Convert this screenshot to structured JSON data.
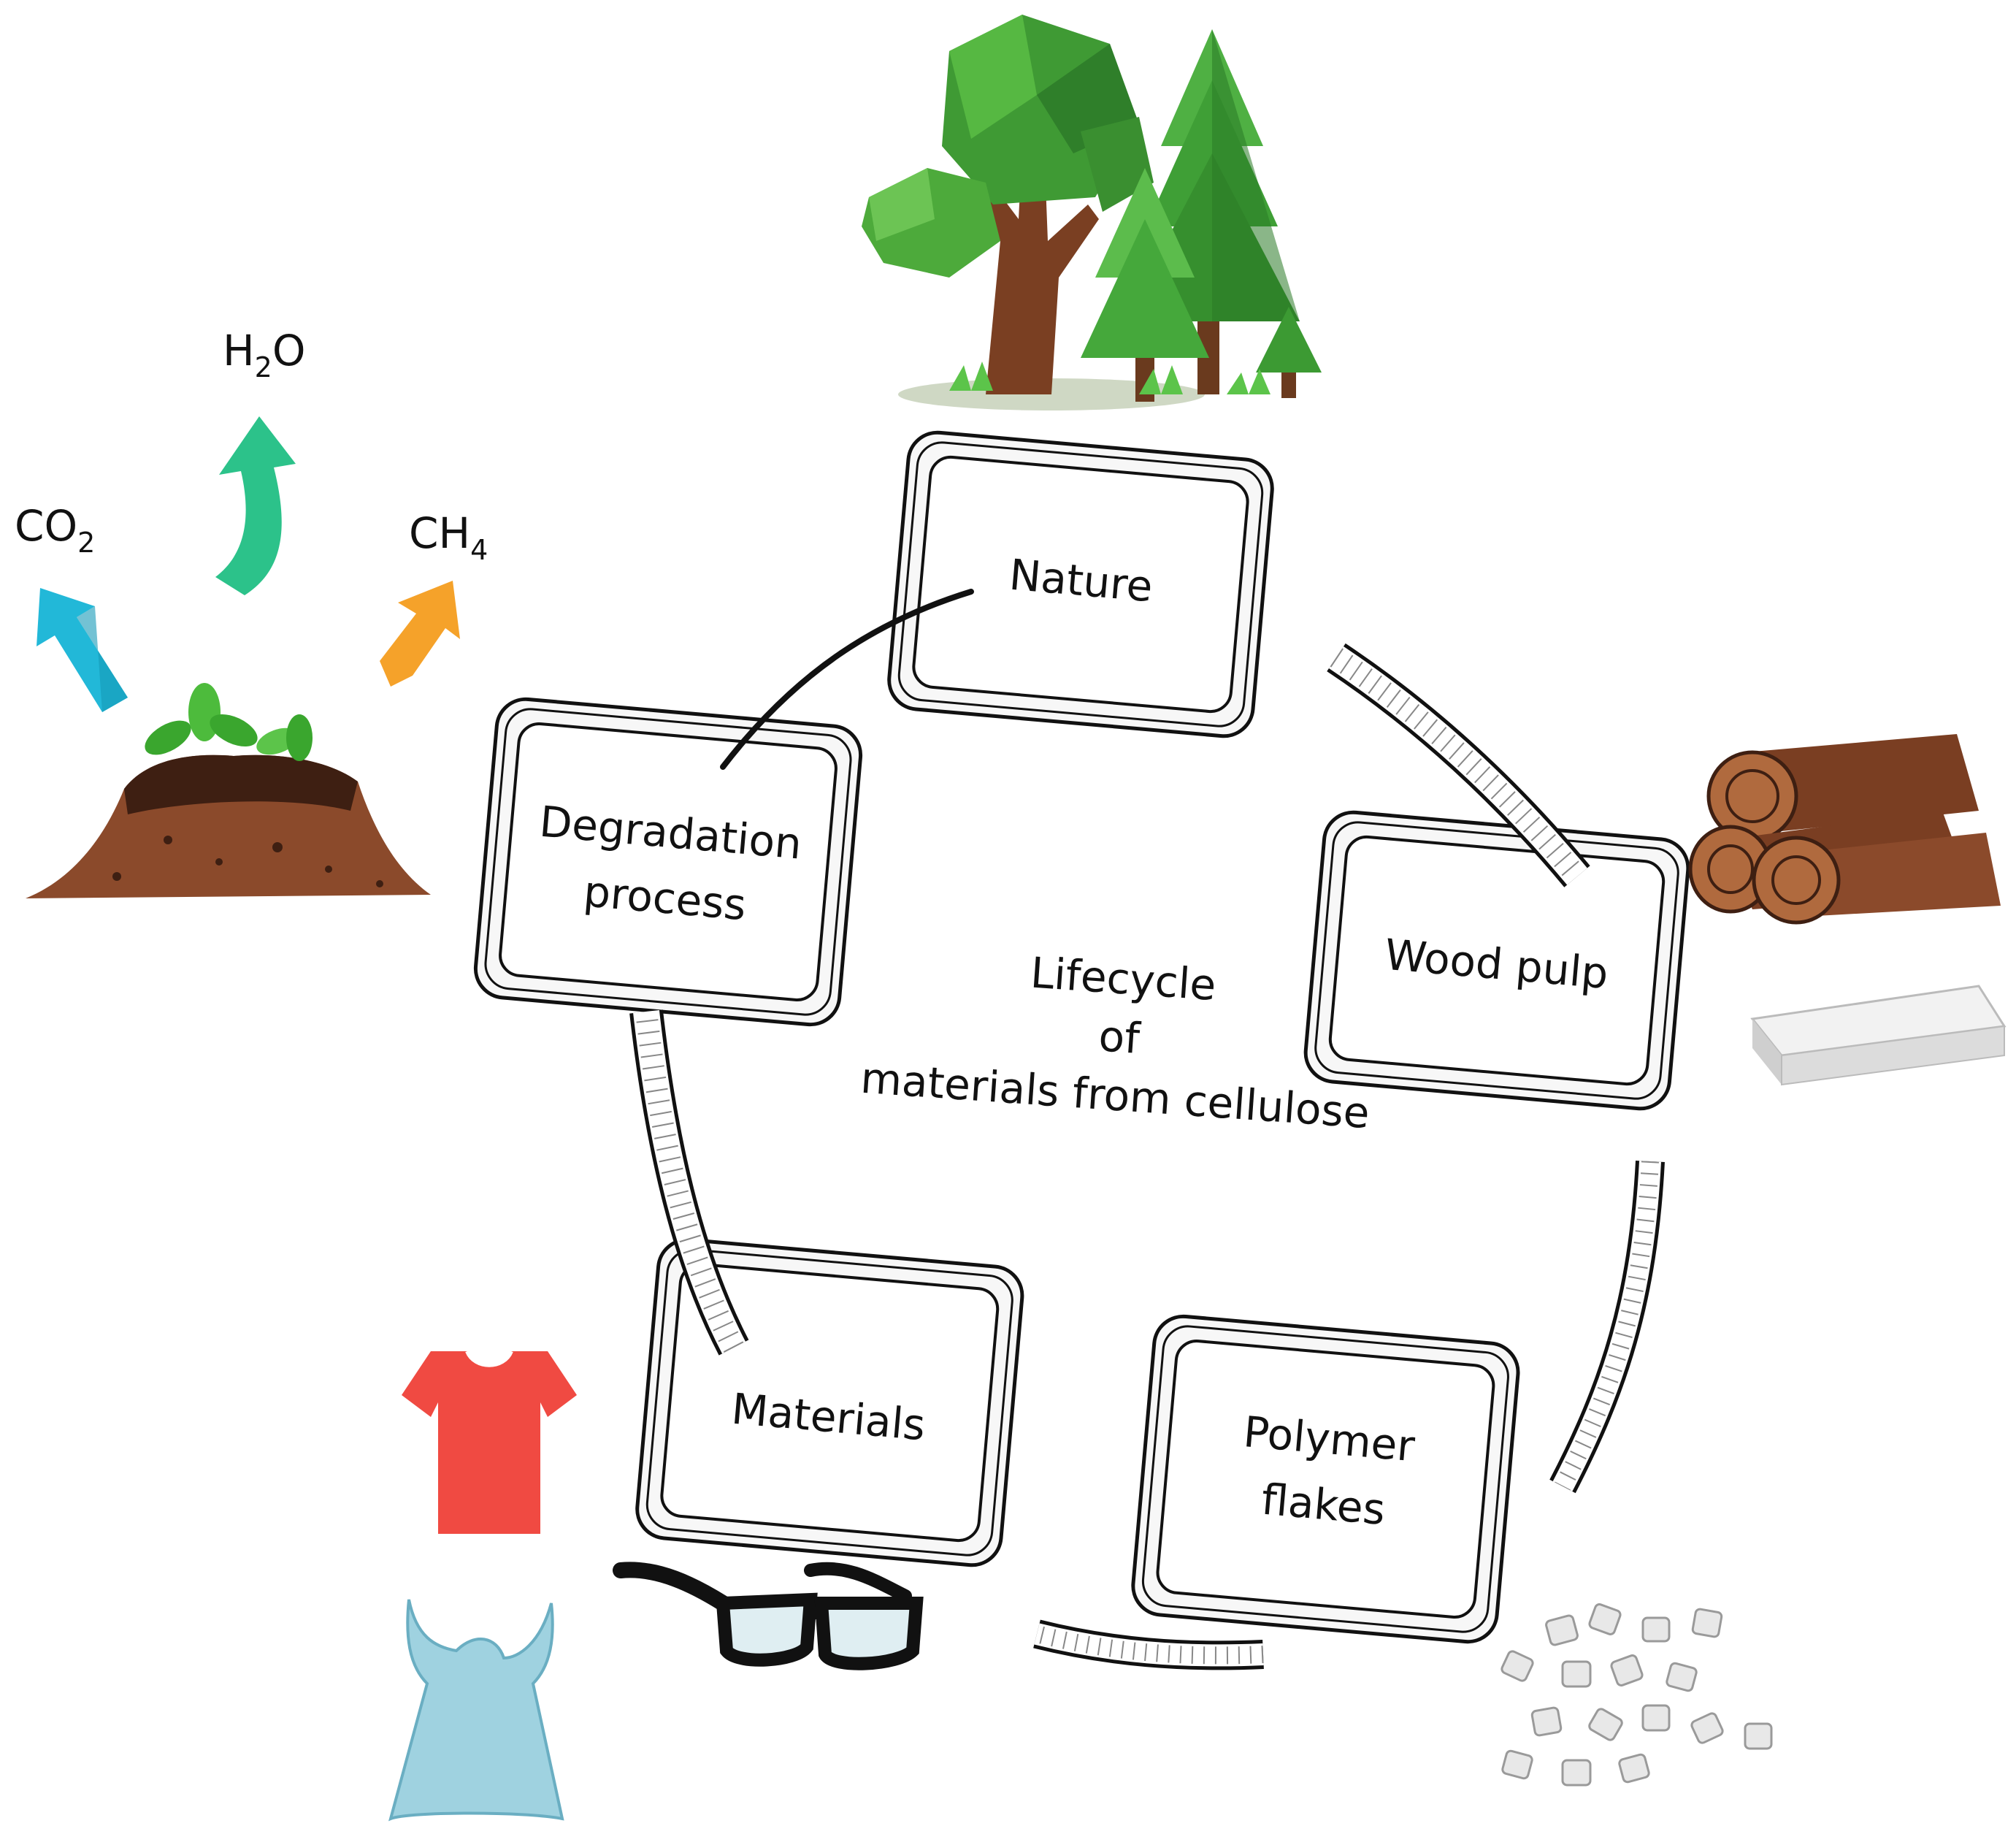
{
  "diagram": {
    "center_lines": [
      "Lifecycle",
      "of",
      "materials from cellulose"
    ],
    "stages": {
      "nature": {
        "lines": [
          "Nature"
        ]
      },
      "wood_pulp": {
        "lines": [
          "Wood pulp"
        ]
      },
      "polymer_flakes": {
        "lines": [
          "Polymer",
          "flakes"
        ]
      },
      "materials": {
        "lines": [
          "Materials"
        ]
      },
      "degradation": {
        "lines": [
          "Degradation",
          "process"
        ]
      }
    },
    "gases": {
      "co2": {
        "base": "CO",
        "sub": "2"
      },
      "h2o": {
        "base": "H",
        "sub": "2",
        "tail": "O"
      },
      "ch4": {
        "base": "CH",
        "sub": "4"
      }
    }
  },
  "colors": {
    "co2_arrow": "#22b8d8",
    "h2o_arrow": "#2cc28a",
    "ch4_arrow": "#f5a22a",
    "soil": "#8b4a2b",
    "leaf": "#3aa62e",
    "log": "#7a3e22",
    "shirt": "#f04a42",
    "bag": "#9fd2e0",
    "glasses": "#111111",
    "paper": "#dcdcdc",
    "flakes": "#e8e8e8"
  },
  "icons": [
    "tree-icon",
    "soil-icon",
    "logs-icon",
    "paper-stack-icon",
    "flakes-icon",
    "shirt-icon",
    "bag-icon",
    "glasses-icon"
  ]
}
